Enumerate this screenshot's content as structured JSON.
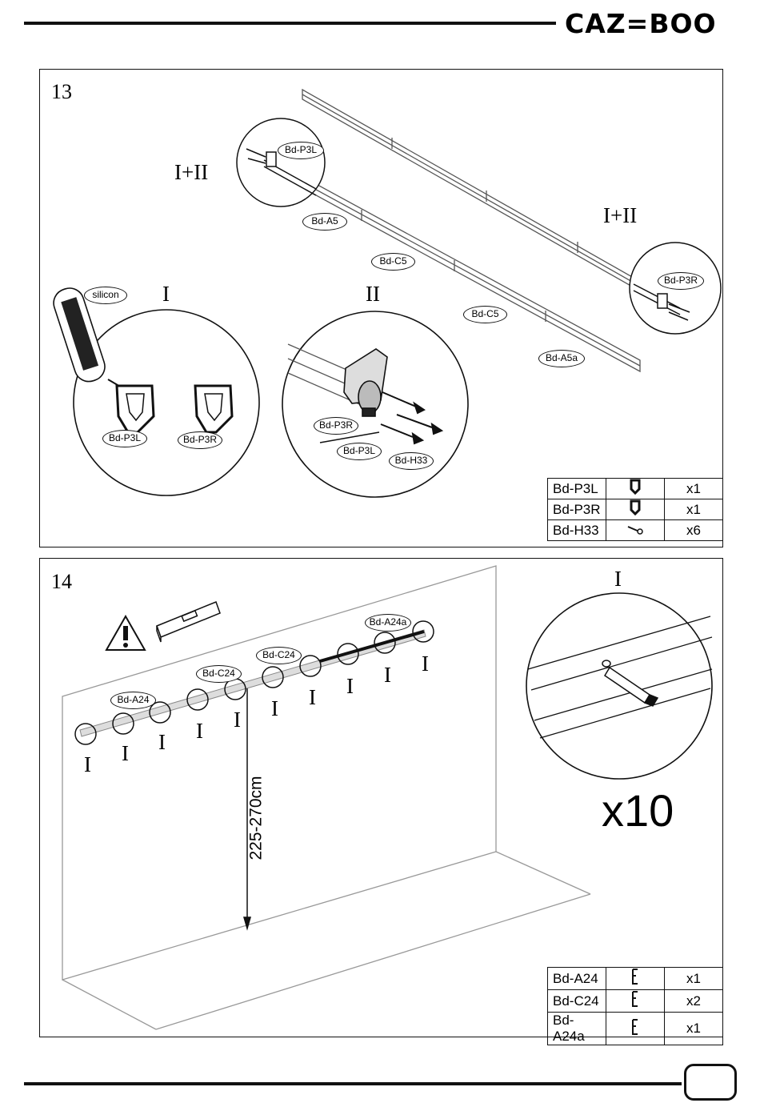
{
  "header": {
    "brand": "CAZ=BOO"
  },
  "step13": {
    "number": "13",
    "roman": {
      "i_ii_left": "I+II",
      "i_ii_right": "I+II",
      "i": "I",
      "ii": "II"
    },
    "tags": {
      "bd_p3l_top": "Bd-P3L",
      "bd_a5": "Bd-A5",
      "bd_c5_1": "Bd-C5",
      "bd_c5_2": "Bd-C5",
      "bd_a5a": "Bd-A5a",
      "bd_p3r_right": "Bd-P3R",
      "silicon": "silicon",
      "bd_p3l_i": "Bd-P3L",
      "bd_p3r_i": "Bd-P3R",
      "bd_p3r_ii": "Bd-P3R",
      "bd_p3l_ii": "Bd-P3L",
      "bd_h33_ii": "Bd-H33"
    },
    "parts": [
      {
        "code": "Bd-P3L",
        "icon": "left-bracket-icon",
        "qty": "x1"
      },
      {
        "code": "Bd-P3R",
        "icon": "right-bracket-icon",
        "qty": "x1"
      },
      {
        "code": "Bd-H33",
        "icon": "screw-icon",
        "qty": "x6"
      }
    ]
  },
  "step14": {
    "number": "14",
    "tags": {
      "bd_a24": "Bd-A24",
      "bd_c24_1": "Bd-C24",
      "bd_c24_2": "Bd-C24",
      "bd_a24a": "Bd-A24a"
    },
    "roman_i": "I",
    "height": "225-270cm",
    "multiplier": "x10",
    "parts": [
      {
        "code": "Bd-A24",
        "icon": "clip-icon",
        "qty": "x1"
      },
      {
        "code": "Bd-C24",
        "icon": "clip-icon",
        "qty": "x2"
      },
      {
        "code": "Bd-A24a",
        "icon": "clip-icon",
        "qty": "x1"
      }
    ]
  }
}
